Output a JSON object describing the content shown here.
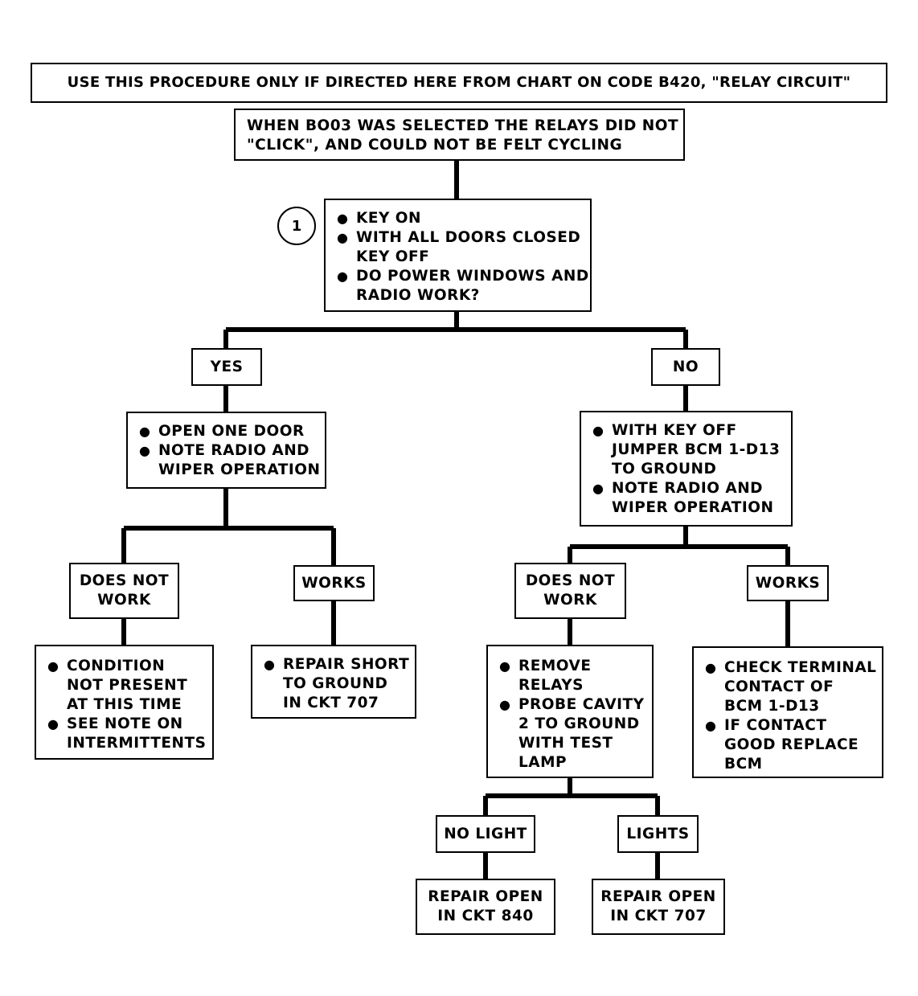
{
  "header": {
    "text": "USE THIS PROCEDURE ONLY IF DIRECTED HERE FROM CHART ON CODE B420, \"RELAY CIRCUIT\""
  },
  "intro": {
    "lines": [
      "WHEN BO03 WAS SELECTED THE RELAYS DID NOT",
      "\"CLICK\", AND COULD NOT BE FELT CYCLING"
    ]
  },
  "step1": {
    "marker": "1",
    "items": [
      [
        "KEY ON"
      ],
      [
        "WITH ALL DOORS CLOSED",
        "KEY OFF"
      ],
      [
        "DO POWER WINDOWS AND",
        "RADIO WORK?"
      ]
    ]
  },
  "yes": {
    "label": "YES",
    "action": {
      "items": [
        [
          "OPEN ONE DOOR"
        ],
        [
          "NOTE RADIO AND",
          "WIPER OPERATION"
        ]
      ]
    },
    "does_not_work": {
      "label": [
        "DOES NOT",
        "WORK"
      ],
      "result": {
        "items": [
          [
            "CONDITION",
            "NOT PRESENT",
            "AT THIS TIME"
          ],
          [
            "SEE NOTE ON",
            "INTERMITTENTS"
          ]
        ]
      }
    },
    "works": {
      "label": "WORKS",
      "result": {
        "items": [
          [
            "REPAIR SHORT",
            "TO GROUND",
            "IN CKT 707"
          ]
        ]
      }
    }
  },
  "no": {
    "label": "NO",
    "action": {
      "items": [
        [
          "WITH KEY OFF",
          "JUMPER BCM 1-D13",
          "TO GROUND"
        ],
        [
          "NOTE RADIO AND",
          "WIPER OPERATION"
        ]
      ]
    },
    "does_not_work": {
      "label": [
        "DOES NOT",
        "WORK"
      ],
      "result": {
        "items": [
          [
            "REMOVE",
            "RELAYS"
          ],
          [
            "PROBE CAVITY",
            "2 TO GROUND",
            "WITH TEST",
            "LAMP"
          ]
        ]
      },
      "no_light": {
        "label": "NO LIGHT",
        "result": [
          "REPAIR OPEN",
          "IN CKT 840"
        ]
      },
      "lights": {
        "label": "LIGHTS",
        "result": [
          "REPAIR OPEN",
          "IN CKT 707"
        ]
      }
    },
    "works": {
      "label": "WORKS",
      "result": {
        "items": [
          [
            "CHECK TERMINAL",
            "CONTACT OF",
            "BCM 1-D13"
          ],
          [
            "IF CONTACT",
            "GOOD REPLACE",
            "BCM"
          ]
        ]
      }
    }
  }
}
